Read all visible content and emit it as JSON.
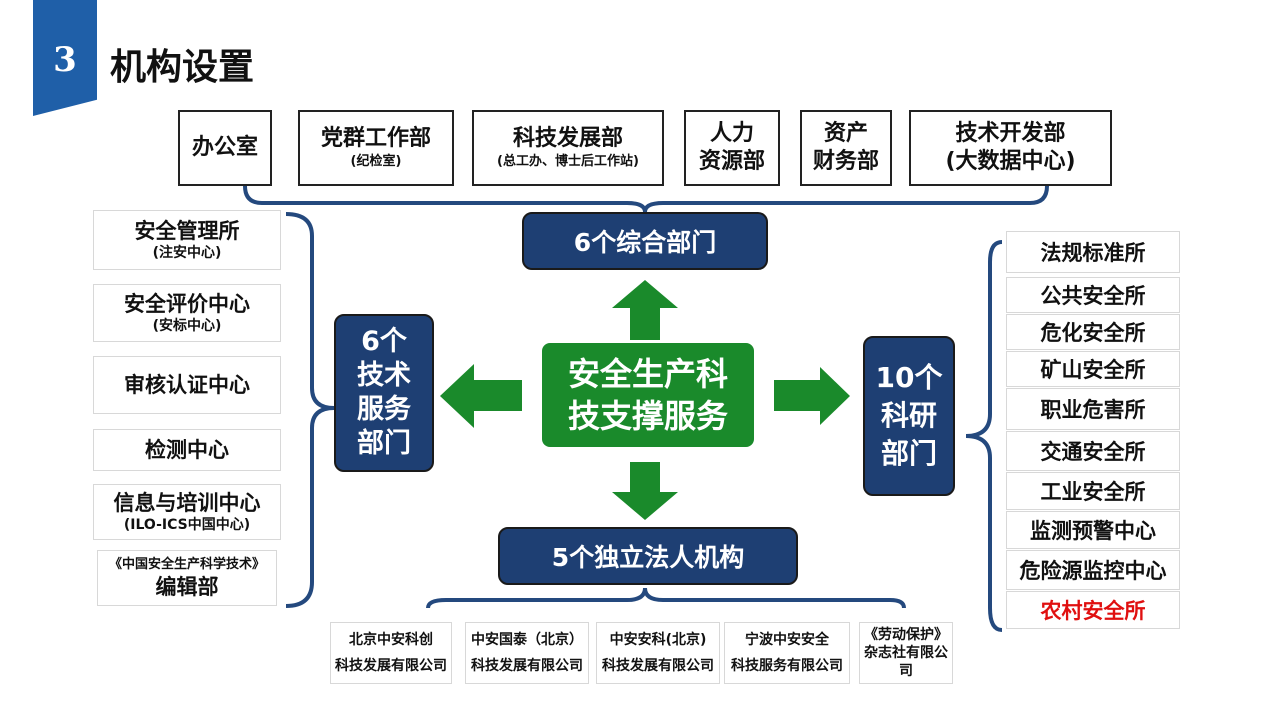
{
  "header": {
    "number": "3",
    "title": "机构设置"
  },
  "top_departments": [
    {
      "name": "办公室",
      "sub": ""
    },
    {
      "name": "党群工作部",
      "sub": "(纪检室)"
    },
    {
      "name": "科技发展部",
      "sub": "(总工办、博士后工作站)"
    },
    {
      "name_lines": [
        "人力",
        "资源部"
      ]
    },
    {
      "name_lines": [
        "资产",
        "财务部"
      ]
    },
    {
      "name_lines": [
        "技术开发部",
        "(大数据中心)"
      ]
    }
  ],
  "comprehensive_label": "6个综合部门",
  "center_lines": [
    "安全生产科",
    "技支撑服务"
  ],
  "tech_label_lines": [
    "6个",
    "技术",
    "服务",
    "部门"
  ],
  "research_label_lines": [
    "10个",
    "科研",
    "部门"
  ],
  "legal_label": "5个独立法人机构",
  "left_units": [
    {
      "name": "安全管理所",
      "sub": "(注安中心)"
    },
    {
      "name": "安全评价中心",
      "sub": "(安标中心)"
    },
    {
      "name": "审核认证中心",
      "sub": ""
    },
    {
      "name": "检测中心",
      "sub": ""
    },
    {
      "name": "信息与培训中心",
      "sub": "(ILO-ICS中国中心)"
    },
    {
      "name_sub_first": "《中国安全生产科学技术》",
      "name": "编辑部"
    }
  ],
  "right_units": [
    {
      "name": "法规标准所"
    },
    {
      "name": "公共安全所"
    },
    {
      "name": "危化安全所"
    },
    {
      "name": "矿山安全所"
    },
    {
      "name": "职业危害所"
    },
    {
      "name": "交通安全所"
    },
    {
      "name": "工业安全所"
    },
    {
      "name": "监测预警中心"
    },
    {
      "name": "危险源监控中心"
    },
    {
      "name": "农村安全所",
      "highlight": true
    }
  ],
  "legal_units": [
    {
      "lines": [
        "北京中安科创",
        "科技发展有限公司"
      ]
    },
    {
      "lines": [
        "中安国泰（北京）",
        "科技发展有限公司"
      ]
    },
    {
      "lines": [
        "中安安科(北京)",
        "科技发展有限公司"
      ]
    },
    {
      "lines": [
        "宁波中安安全",
        "科技服务有限公司"
      ]
    },
    {
      "lines": [
        "《劳动保护》",
        "杂志社有限公司"
      ]
    }
  ],
  "colors": {
    "navy": "#1e3f73",
    "green": "#1a8a2b",
    "accent_blue": "#1f5fa8",
    "highlight_red": "#e01010"
  }
}
